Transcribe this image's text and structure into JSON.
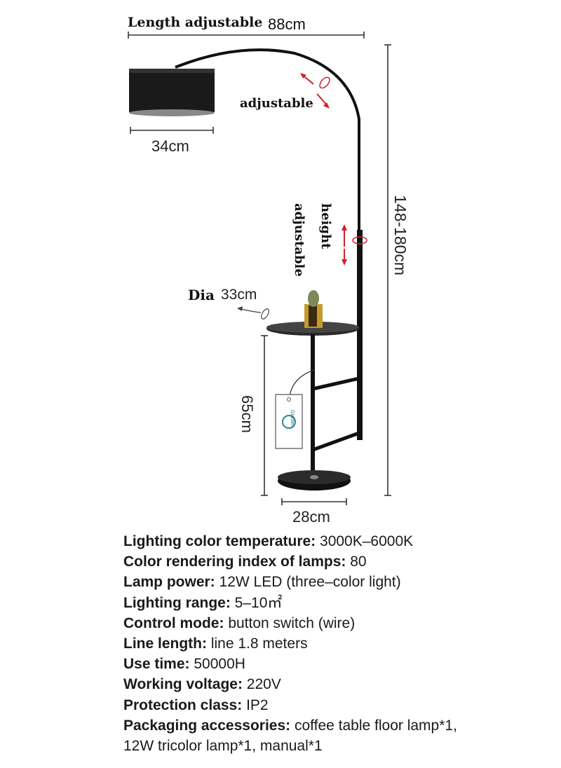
{
  "diagram": {
    "length_label": "Length adjustable",
    "length_value": "88cm",
    "arm_label": "adjustable",
    "shade_width": "34cm",
    "height_label_1": "height",
    "height_label_2": "adjustable",
    "total_height": "148-180cm",
    "table_dia_label": "Dia",
    "table_dia_value": "33cm",
    "table_height": "65cm",
    "base_width": "28cm",
    "tag_brand": "Gianfen"
  },
  "specs": [
    {
      "label": "Lighting color temperature:",
      "value": " 3000K–6000K"
    },
    {
      "label": "Color rendering index of lamps:",
      "value": " 80"
    },
    {
      "label": "Lamp power:",
      "value": " 12W LED (three–color light)"
    },
    {
      "label": "Lighting range:",
      "value": " 5–10㎡"
    },
    {
      "label": "Control mode:",
      "value": " button switch (wire)"
    },
    {
      "label": "Line length:",
      "value": " line 1.8 meters"
    },
    {
      "label": "Use time:",
      "value": " 50000H"
    },
    {
      "label": "Working voltage:",
      "value": " 220V"
    },
    {
      "label": "Protection class:",
      "value": " IP2"
    },
    {
      "label": "Packaging accessories:",
      "value": " coffee table floor lamp*1,"
    },
    {
      "label": "",
      "value": "12W tricolor lamp*1, manual*1"
    }
  ],
  "colors": {
    "lamp_black": "#111111",
    "arrow_red": "#d0202a",
    "dimension_line": "#333333",
    "text": "#1a1a1a"
  }
}
